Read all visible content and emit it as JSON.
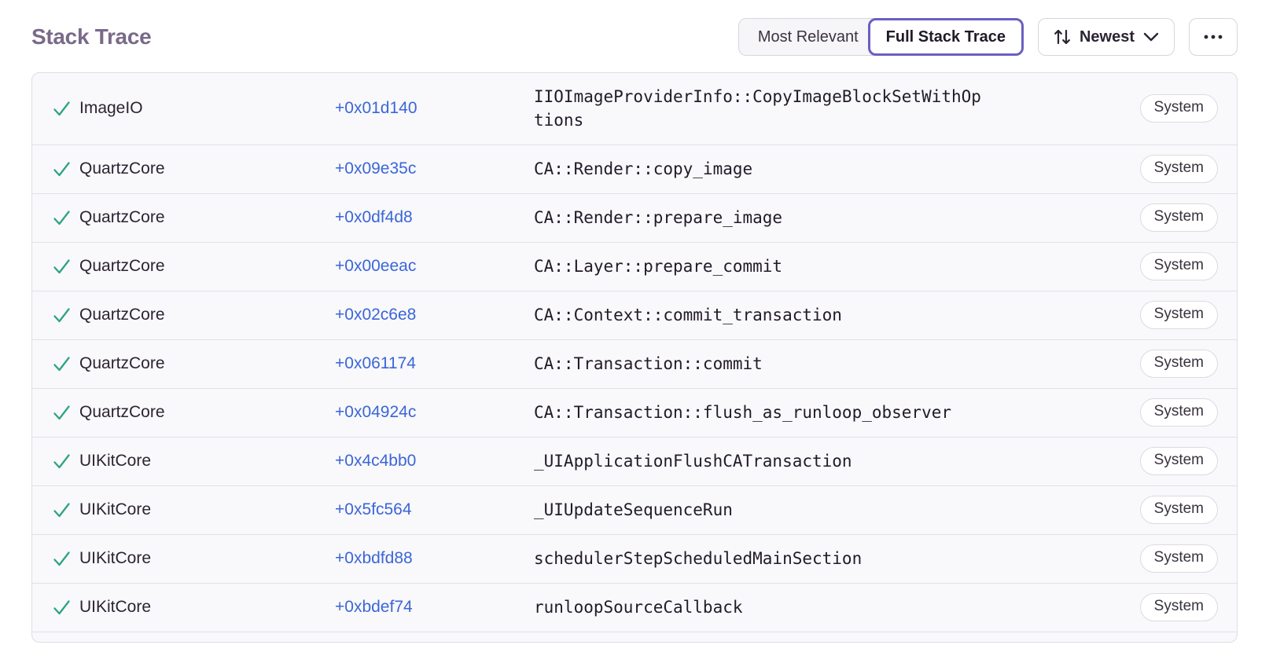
{
  "colors": {
    "accent_purple": "#6a5fc1",
    "link_blue": "#3a66d9",
    "check_green": "#2ca482",
    "title_gray": "#796a89"
  },
  "header": {
    "title": "Stack Trace",
    "view_toggle": [
      {
        "label": "Most Relevant",
        "active": false
      },
      {
        "label": "Full Stack Trace",
        "active": true
      }
    ],
    "sort_label": "Newest",
    "icons": {
      "sort": "arrows-up-down-icon",
      "chevron": "chevron-down-icon",
      "more": "ellipsis-icon",
      "frame_check": "checkmark-icon"
    }
  },
  "frames": [
    {
      "module": "ImageIO",
      "address": "+0x01d140",
      "function": "IIOImageProviderInfo::CopyImageBlockSetWithOptions",
      "tag": "System"
    },
    {
      "module": "QuartzCore",
      "address": "+0x09e35c",
      "function": "CA::Render::copy_image",
      "tag": "System"
    },
    {
      "module": "QuartzCore",
      "address": "+0x0df4d8",
      "function": "CA::Render::prepare_image",
      "tag": "System"
    },
    {
      "module": "QuartzCore",
      "address": "+0x00eeac",
      "function": "CA::Layer::prepare_commit",
      "tag": "System"
    },
    {
      "module": "QuartzCore",
      "address": "+0x02c6e8",
      "function": "CA::Context::commit_transaction",
      "tag": "System"
    },
    {
      "module": "QuartzCore",
      "address": "+0x061174",
      "function": "CA::Transaction::commit",
      "tag": "System"
    },
    {
      "module": "QuartzCore",
      "address": "+0x04924c",
      "function": "CA::Transaction::flush_as_runloop_observer",
      "tag": "System"
    },
    {
      "module": "UIKitCore",
      "address": "+0x4c4bb0",
      "function": "_UIApplicationFlushCATransaction",
      "tag": "System"
    },
    {
      "module": "UIKitCore",
      "address": "+0x5fc564",
      "function": "_UIUpdateSequenceRun",
      "tag": "System"
    },
    {
      "module": "UIKitCore",
      "address": "+0xbdfd88",
      "function": "schedulerStepScheduledMainSection",
      "tag": "System"
    },
    {
      "module": "UIKitCore",
      "address": "+0xbdef74",
      "function": "runloopSourceCallback",
      "tag": "System"
    }
  ]
}
